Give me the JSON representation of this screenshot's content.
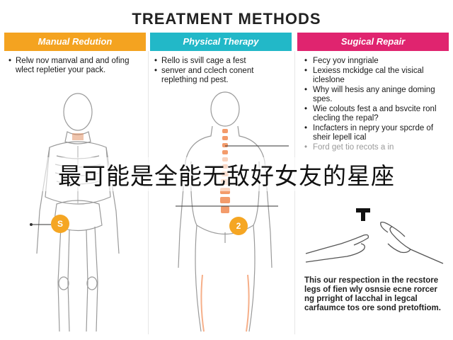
{
  "title": "TREATMENT METHODS",
  "columns": [
    {
      "header": "Manual Redution",
      "bullets": [
        "Relw nov manval and and ofing wlect repletier your pack."
      ],
      "badge": "S"
    },
    {
      "header": "Physical Therapy",
      "bullets": [
        "Rello is svill cage a fest",
        "senver and cclech conent replething nd pest."
      ],
      "badge": "2"
    },
    {
      "header": "Sugical Repair",
      "bullets": [
        "Fecy yov inngriale",
        "Lexiess mckidge cal the visical icleslone",
        "Why will hesis any aninge doming spes.",
        "Wie colouts fest a and bsvcite ronl clecling the repal?",
        "Incfacters in nepry your spcrde of sheir lepell ical",
        "Ford get tio recots a in"
      ],
      "bottom_text": "This our respection in the recstore legs of fien wly osnsie ecne rorcer ng prright of lacchal in legcal carfaumce tos ore sond pretoftiom."
    }
  ],
  "overlay_text": "最可能是全能无敌好女友的星座",
  "colors": {
    "manual": "#f4a320",
    "physical": "#22b8c8",
    "surgical": "#e0246f",
    "badge": "#f5a623",
    "highlight": "#f07a3a"
  },
  "icons": [
    "t-bar-icon",
    "hands-icon",
    "skeleton-figure",
    "back-figure"
  ]
}
